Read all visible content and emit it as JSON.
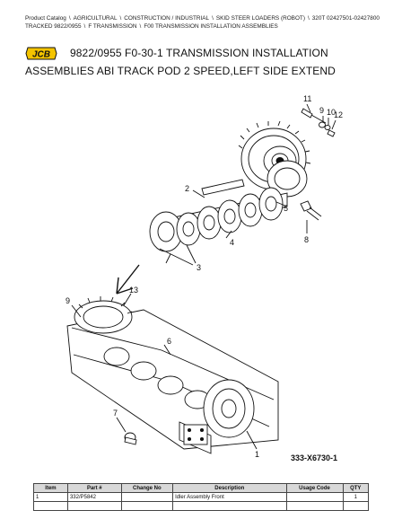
{
  "breadcrumb": {
    "items": [
      "Product Catalog",
      "AGRICULTURAL",
      "CONSTRUCTION / INDUSTRIAL",
      "SKID STEER LOADERS (ROBOT)",
      "320T 02427501-02427800 TRACKED 9822/0955",
      "F TRANSMISSION",
      "F00 TRANSMISSION INSTALLATION ASSEMBLIES"
    ],
    "separator": "\\"
  },
  "header": {
    "logo_text": "JCB",
    "title_line1": "9822/0955 F0-30-1 TRANSMISSION INSTALLATION",
    "title_line2": "ASSEMBLIES ABI TRACK POD 2 SPEED,LEFT SIDE EXTEND"
  },
  "diagram": {
    "callouts": [
      "1",
      "2",
      "3",
      "4",
      "5",
      "6",
      "7",
      "8",
      "9",
      "10",
      "11",
      "12",
      "13"
    ],
    "figure_ref": "333-X6730-1"
  },
  "parts_table": {
    "headers": [
      "Item",
      "Part #",
      "Change No",
      "Description",
      "Usage Code",
      "QTY"
    ],
    "rows": [
      [
        "1",
        "332/P5842",
        "",
        "Idler Assembly Front",
        "",
        "1"
      ]
    ]
  },
  "colors": {
    "logo_bg": "#f4c400",
    "header_bg": "#d8d8d8"
  }
}
